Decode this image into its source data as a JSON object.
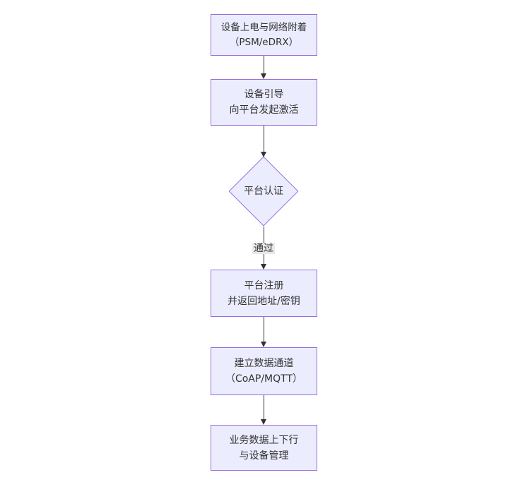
{
  "diagram": {
    "type": "flowchart",
    "direction": "top-down",
    "colors": {
      "node_fill": "#ECECFF",
      "node_border": "#9370DB",
      "edge_color": "#333333",
      "edge_label_bg": "#e8e8e8",
      "text_color": "#333333"
    },
    "nodes": [
      {
        "id": "power_attach",
        "shape": "rect",
        "label": "设备上电与网络附着\n（PSM/eDRX）"
      },
      {
        "id": "bootstrap",
        "shape": "rect",
        "label": "设备引导\n向平台发起激活"
      },
      {
        "id": "auth",
        "shape": "diamond",
        "label": "平台认证"
      },
      {
        "id": "register",
        "shape": "rect",
        "label": "平台注册\n并返回地址/密钥"
      },
      {
        "id": "channel",
        "shape": "rect",
        "label": "建立数据通道\n（CoAP/MQTT）"
      },
      {
        "id": "business",
        "shape": "rect",
        "label": "业务数据上下行\n与设备管理"
      }
    ],
    "edges": [
      {
        "from": "power_attach",
        "to": "bootstrap",
        "label": ""
      },
      {
        "from": "bootstrap",
        "to": "auth",
        "label": ""
      },
      {
        "from": "auth",
        "to": "register",
        "label": "通过"
      },
      {
        "from": "register",
        "to": "channel",
        "label": ""
      },
      {
        "from": "channel",
        "to": "business",
        "label": ""
      }
    ]
  }
}
